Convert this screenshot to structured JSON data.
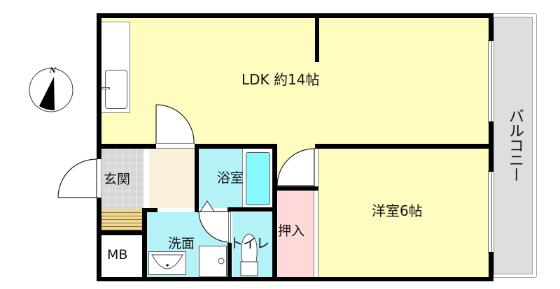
{
  "floorplan": {
    "compass": {
      "label": "N",
      "icon": "north-arrow-icon"
    },
    "rooms": {
      "ldk": {
        "label": "LDK 約14帖",
        "color": "#fffcc0"
      },
      "western_room": {
        "label": "洋室6帖",
        "color": "#fffcc0"
      },
      "entrance": {
        "label": "玄関",
        "color": "#d8d8d8"
      },
      "bathroom": {
        "label": "浴室",
        "color": "#b4f2f8"
      },
      "closet": {
        "label": "押入",
        "color": "#ffd9d9"
      },
      "washroom": {
        "label": "洗面",
        "color": "#b4f2f8"
      },
      "toilet": {
        "label": "トイレ",
        "color": "#b4f2f8"
      },
      "meter_box": {
        "label": "MB",
        "color": "#ffffff"
      },
      "hallway": {
        "color": "#f8f0da"
      },
      "balcony": {
        "label": "バルコニー",
        "color": "#dedede"
      }
    },
    "colors": {
      "wall": "#000000",
      "bathtub": "#88f8ff",
      "step": "#f0d890"
    }
  }
}
